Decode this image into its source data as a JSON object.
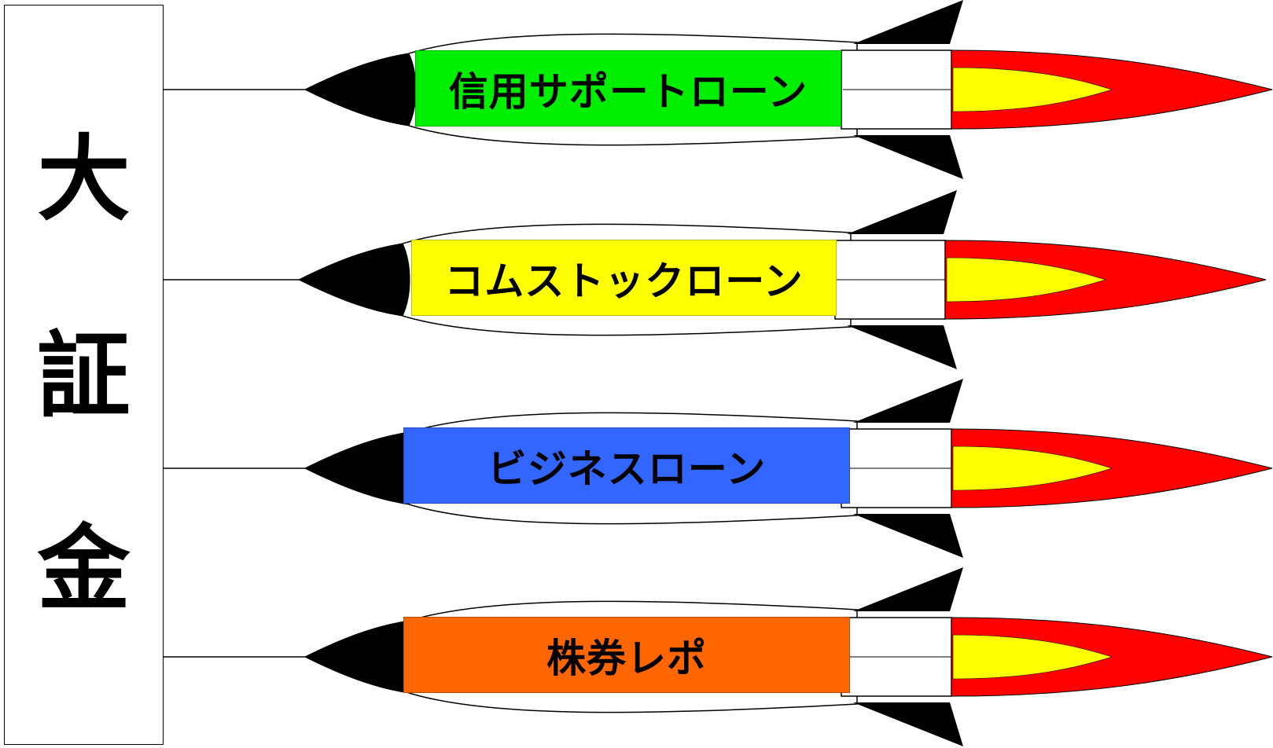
{
  "organization": {
    "name_chars": [
      "大",
      "証",
      "金"
    ]
  },
  "products": [
    {
      "label": "信用サポートローン",
      "color": "#00ee00"
    },
    {
      "label": "コムストックローン",
      "color": "#ffff00"
    },
    {
      "label": "ビジネスローン",
      "color": "#3366ff"
    },
    {
      "label": "株券レポ",
      "color": "#ff6600"
    }
  ],
  "colors": {
    "flame_outer": "#ff0000",
    "flame_inner": "#ffff00",
    "rocket_fin": "#000000",
    "rocket_body": "#ffffff",
    "outline": "#000000"
  },
  "icons": {
    "product_marker": "rocket-icon"
  }
}
